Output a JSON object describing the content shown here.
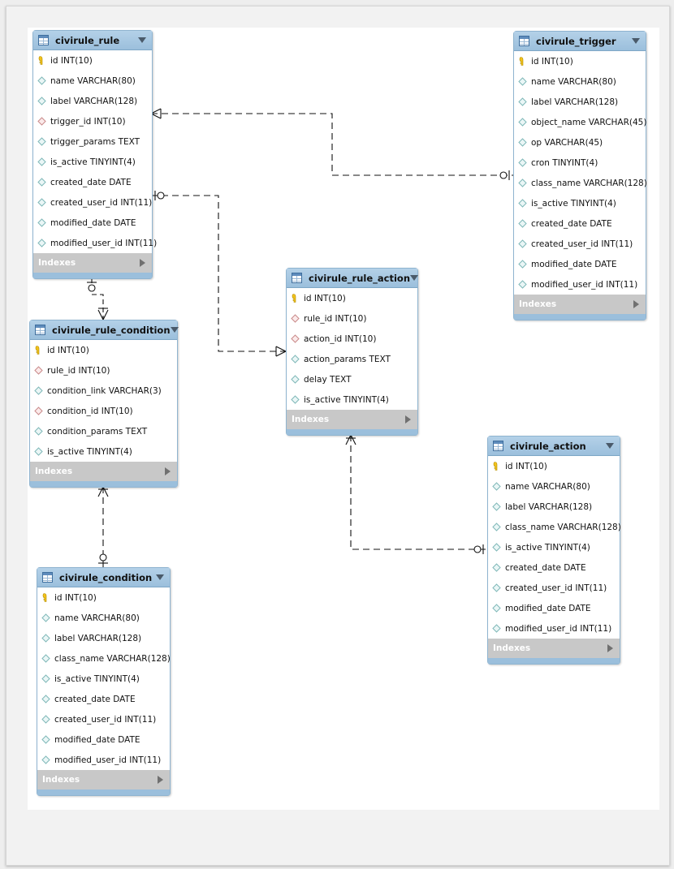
{
  "icon_names": {
    "table": "table-icon",
    "primary_key": "key-icon",
    "foreign_key": "foreign-key-diamond-icon",
    "column": "column-diamond-icon",
    "collapse": "chevron-down-icon",
    "expand": "triangle-right-icon"
  },
  "colors": {
    "header": "#9bbfdc",
    "footer": "#c8c8c8",
    "key": "#f0c020",
    "fk_diamond": "#c98a8a",
    "col_diamond": "#7fb8b8",
    "relationship_line": "#111111"
  },
  "tables": {
    "rule": {
      "name": "civirule_rule",
      "indexes_label": "Indexes",
      "columns": [
        {
          "text": "id INT(10)",
          "kind": "pk"
        },
        {
          "text": "name VARCHAR(80)",
          "kind": "col"
        },
        {
          "text": "label VARCHAR(128)",
          "kind": "col"
        },
        {
          "text": "trigger_id INT(10)",
          "kind": "fk"
        },
        {
          "text": "trigger_params TEXT",
          "kind": "col"
        },
        {
          "text": "is_active TINYINT(4)",
          "kind": "col"
        },
        {
          "text": "created_date DATE",
          "kind": "col"
        },
        {
          "text": "created_user_id INT(11)",
          "kind": "col"
        },
        {
          "text": "modified_date DATE",
          "kind": "col"
        },
        {
          "text": "modified_user_id INT(11)",
          "kind": "col"
        }
      ]
    },
    "trigger": {
      "name": "civirule_trigger",
      "indexes_label": "Indexes",
      "columns": [
        {
          "text": "id INT(10)",
          "kind": "pk"
        },
        {
          "text": "name VARCHAR(80)",
          "kind": "col"
        },
        {
          "text": "label VARCHAR(128)",
          "kind": "col"
        },
        {
          "text": "object_name VARCHAR(45)",
          "kind": "col"
        },
        {
          "text": "op VARCHAR(45)",
          "kind": "col"
        },
        {
          "text": "cron TINYINT(4)",
          "kind": "col"
        },
        {
          "text": "class_name VARCHAR(128)",
          "kind": "col"
        },
        {
          "text": "is_active TINYINT(4)",
          "kind": "col"
        },
        {
          "text": "created_date DATE",
          "kind": "col"
        },
        {
          "text": "created_user_id INT(11)",
          "kind": "col"
        },
        {
          "text": "modified_date DATE",
          "kind": "col"
        },
        {
          "text": "modified_user_id INT(11)",
          "kind": "col"
        }
      ]
    },
    "rule_action": {
      "name": "civirule_rule_action",
      "indexes_label": "Indexes",
      "columns": [
        {
          "text": "id INT(10)",
          "kind": "pk"
        },
        {
          "text": "rule_id INT(10)",
          "kind": "fk"
        },
        {
          "text": "action_id INT(10)",
          "kind": "fk"
        },
        {
          "text": "action_params TEXT",
          "kind": "col"
        },
        {
          "text": "delay TEXT",
          "kind": "col"
        },
        {
          "text": "is_active TINYINT(4)",
          "kind": "col"
        }
      ]
    },
    "rule_condition": {
      "name": "civirule_rule_condition",
      "indexes_label": "Indexes",
      "columns": [
        {
          "text": "id INT(10)",
          "kind": "pk"
        },
        {
          "text": "rule_id INT(10)",
          "kind": "fk"
        },
        {
          "text": "condition_link VARCHAR(3)",
          "kind": "col"
        },
        {
          "text": "condition_id INT(10)",
          "kind": "fk"
        },
        {
          "text": "condition_params TEXT",
          "kind": "col"
        },
        {
          "text": "is_active TINYINT(4)",
          "kind": "col"
        }
      ]
    },
    "action": {
      "name": "civirule_action",
      "indexes_label": "Indexes",
      "columns": [
        {
          "text": "id INT(10)",
          "kind": "pk"
        },
        {
          "text": "name VARCHAR(80)",
          "kind": "col"
        },
        {
          "text": "label VARCHAR(128)",
          "kind": "col"
        },
        {
          "text": "class_name VARCHAR(128)",
          "kind": "col"
        },
        {
          "text": "is_active TINYINT(4)",
          "kind": "col"
        },
        {
          "text": "created_date DATE",
          "kind": "col"
        },
        {
          "text": "created_user_id INT(11)",
          "kind": "col"
        },
        {
          "text": "modified_date DATE",
          "kind": "col"
        },
        {
          "text": "modified_user_id INT(11)",
          "kind": "col"
        }
      ]
    },
    "condition": {
      "name": "civirule_condition",
      "indexes_label": "Indexes",
      "columns": [
        {
          "text": "id INT(10)",
          "kind": "pk"
        },
        {
          "text": "name VARCHAR(80)",
          "kind": "col"
        },
        {
          "text": "label VARCHAR(128)",
          "kind": "col"
        },
        {
          "text": "class_name VARCHAR(128)",
          "kind": "col"
        },
        {
          "text": "is_active TINYINT(4)",
          "kind": "col"
        },
        {
          "text": "created_date DATE",
          "kind": "col"
        },
        {
          "text": "created_user_id INT(11)",
          "kind": "col"
        },
        {
          "text": "modified_date DATE",
          "kind": "col"
        },
        {
          "text": "modified_user_id INT(11)",
          "kind": "col"
        }
      ]
    }
  },
  "relationships": [
    {
      "from": "civirule_rule",
      "to": "civirule_trigger",
      "from_end": "one-or-many",
      "to_end": "zero-or-one"
    },
    {
      "from": "civirule_rule",
      "to": "civirule_rule_action",
      "from_end": "zero-or-one",
      "to_end": "one-or-many"
    },
    {
      "from": "civirule_rule",
      "to": "civirule_rule_condition",
      "from_end": "zero-or-one",
      "to_end": "one-or-many"
    },
    {
      "from": "civirule_rule_condition",
      "to": "civirule_condition",
      "from_end": "one-or-many",
      "to_end": "zero-or-one"
    },
    {
      "from": "civirule_rule_action",
      "to": "civirule_action",
      "from_end": "one-or-many",
      "to_end": "zero-or-one"
    }
  ]
}
